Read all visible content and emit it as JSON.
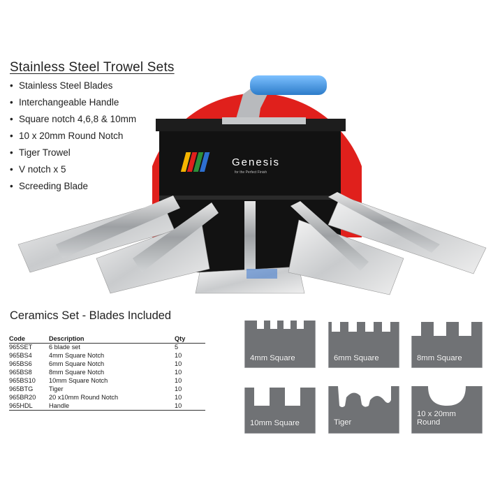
{
  "title": "Stainless Steel Trowel Sets",
  "bullets": [
    "Stainless Steel Blades",
    "Interchangeable Handle",
    "Square notch 4,6,8 & 10mm",
    "10 x 20mm Round Notch",
    "Tiger Trowel",
    "V notch x 5",
    "Screeding Blade"
  ],
  "bullet_glyph": "•",
  "brand": {
    "name": "Genesis",
    "tagline": "for the Perfect Finish"
  },
  "set_title": "Ceramics Set - Blades Included",
  "table": {
    "headers": [
      "Code",
      "Description",
      "Qty"
    ],
    "rows": [
      [
        "965SET",
        "6 blade set",
        "5"
      ],
      [
        "965BS4",
        "4mm Square Notch",
        "10"
      ],
      [
        "965BS6",
        "6mm Square Notch",
        "10"
      ],
      [
        "965BS8",
        "8mm Square Notch",
        "10"
      ],
      [
        "965BS10",
        "10mm Square Notch",
        "10"
      ],
      [
        "965BTG",
        "Tiger",
        "10"
      ],
      [
        "965BR20",
        "20 x10mm Round Notch",
        "10"
      ],
      [
        "965HDL",
        "Handle",
        "10"
      ]
    ]
  },
  "notches": [
    {
      "label": "4mm Square",
      "icon": "notch-4mm-square-icon"
    },
    {
      "label": "6mm Square",
      "icon": "notch-6mm-square-icon"
    },
    {
      "label": "8mm Square",
      "icon": "notch-8mm-square-icon"
    },
    {
      "label": "10mm Square",
      "icon": "notch-10mm-square-icon"
    },
    {
      "label": "Tiger",
      "icon": "notch-tiger-icon"
    },
    {
      "label_line1": "10 x 20mm",
      "label_line2": "Round",
      "icon": "notch-round-icon"
    }
  ],
  "colors": {
    "steel_dark": "#6f7174",
    "steel_light": "#9a9c9f",
    "accent_red": "#e0201c",
    "handle_blue": "#3b8fd8",
    "case_black": "#121212"
  }
}
